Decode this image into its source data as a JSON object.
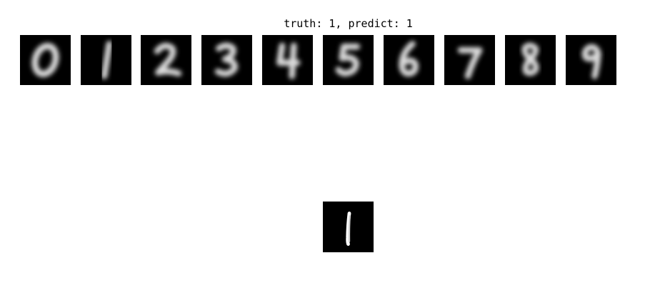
{
  "title": "truth: 1, predict: 1",
  "templates": {
    "digits": [
      "0",
      "1",
      "2",
      "3",
      "4",
      "5",
      "6",
      "7",
      "8",
      "9"
    ],
    "icon": "mean-digit-image"
  },
  "sample": {
    "icon": "handwritten-digit-image"
  },
  "colors": {
    "background": "#ffffff",
    "tile": "#000000",
    "stroke": "#dcdcdc",
    "sample_stroke": "#ffffff"
  }
}
